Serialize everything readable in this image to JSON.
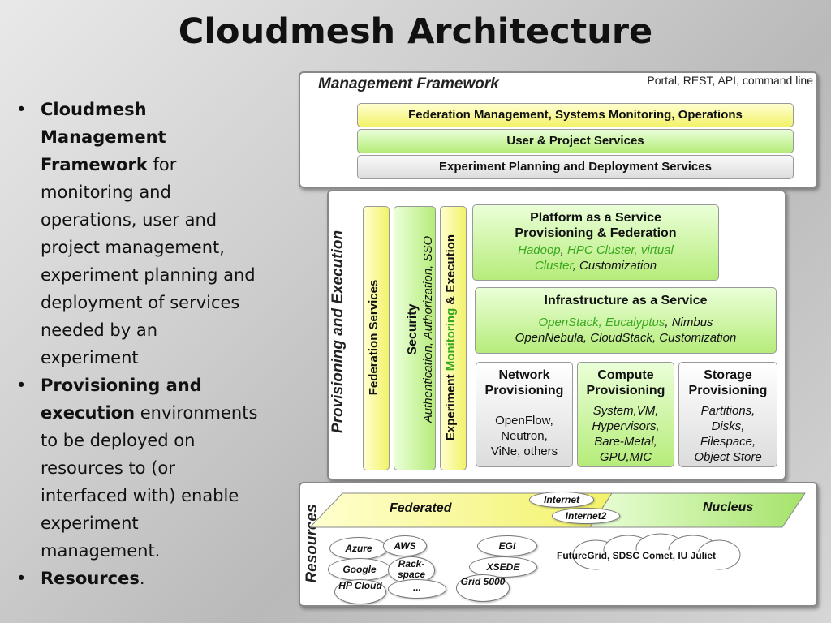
{
  "title": "Cloudmesh Architecture",
  "bullets": [
    {
      "bold": "Cloudmesh Management Framework",
      "rest": " for monitoring and operations, user and project management, experiment planning and deployment of services needed by an experiment"
    },
    {
      "bold": "Provisioning and execution",
      "rest": " environments to be deployed on resources to (or interfaced with) enable experiment management."
    },
    {
      "bold": "Resources",
      "rest": "."
    }
  ],
  "management": {
    "title": "Management Framework",
    "subtitle": "Portal, REST, API, command line",
    "bars": [
      "Federation Management, Systems Monitoring, Operations",
      "User & Project Services",
      "Experiment Planning and Deployment Services"
    ]
  },
  "provisioning": {
    "title": "Provisioning and Execution",
    "federation": "Federation Services",
    "security_title": "Security",
    "security_sub": "Authentication, Authorization, SSO",
    "experiment_a": "Experiment ",
    "experiment_b": "Monitoring",
    "experiment_c": " & Execution",
    "paas_title": "Platform as a Service Provisioning & Federation",
    "paas_l1a": "Hadoop",
    "paas_l1b": ", ",
    "paas_l1c": "HPC Cluster, virtual",
    "paas_l2a": "Cluster",
    "paas_l2b": ", Customization",
    "iaas_title": "Infrastructure as a Service",
    "iaas_l1a": "OpenStack, Eucalyptus",
    "iaas_l1b": ", Nimbus",
    "iaas_l2": "OpenNebula, CloudStack, Customization",
    "network_title": "Network Provisioning",
    "network_body": [
      "OpenFlow,",
      "Neutron,",
      "ViNe, others"
    ],
    "compute_title": "Compute Provisioning",
    "compute_body": [
      "System,VM,",
      "Hypervisors,",
      "Bare-Metal,",
      "GPU,MIC"
    ],
    "storage_title": "Storage Provisioning",
    "storage_body": [
      "Partitions,",
      "Disks,",
      "Filespace,",
      "Object Store"
    ]
  },
  "resources": {
    "title": "Resources",
    "federated": "Federated",
    "nucleus": "Nucleus",
    "internet": "Internet",
    "internet2": "Internet2",
    "futuregrid": "FutureGrid, SDSC Comet, IU Juliet",
    "clouds": [
      "Azure",
      "AWS",
      "Google",
      "Rack-space",
      "HP Cloud",
      "...",
      "EGI",
      "XSEDE",
      "Grid 5000"
    ]
  },
  "colors": {
    "yellow": "#f2f26a",
    "green": "#b6ec7a",
    "text_green": "#3aa81e"
  }
}
